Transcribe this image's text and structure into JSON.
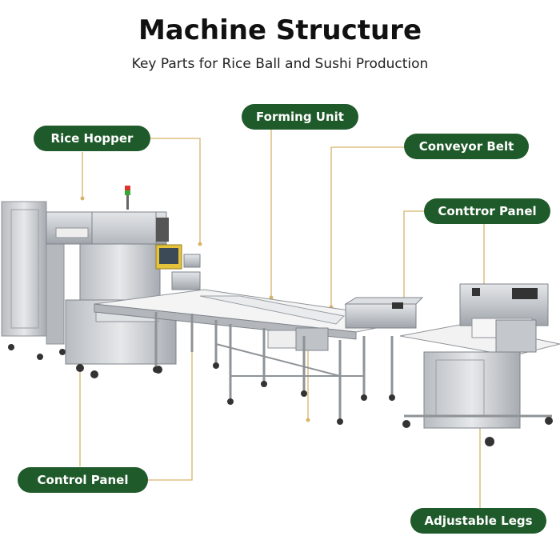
{
  "header": {
    "title": "Machine Structure",
    "subtitle": "Key Parts for Rice Ball and Sushi Production"
  },
  "labels": {
    "rice_hopper": "Rice Hopper",
    "forming_unit": "Forming Unit",
    "conveyor_belt": "Conveyor Belt",
    "control_panel_right": "Conttror Panel",
    "control_panel_left": "Control Panel",
    "adjustable_legs": "Adjustable Legs"
  },
  "colors": {
    "label_bg": "#1f5a2a",
    "leader_line": "#d6b46a",
    "steel": "#c9ccd0"
  }
}
